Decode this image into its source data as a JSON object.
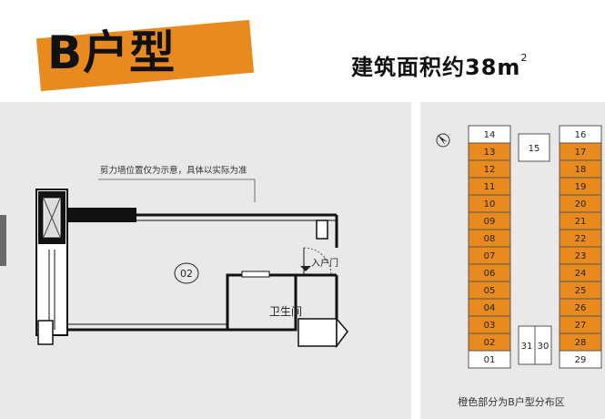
{
  "header": {
    "title": "B户型",
    "area_text": "建筑面积约38m",
    "area_sup": "2"
  },
  "floorplan": {
    "note": "剪力墙位置仅为示意，具体以实际为准",
    "unit_number": "02",
    "bathroom_label": "卫生间",
    "entrance_label": "入户门"
  },
  "unit_map": {
    "left_column": [
      "14",
      "13",
      "12",
      "11",
      "10",
      "09",
      "08",
      "07",
      "06",
      "05",
      "04",
      "03",
      "02",
      "01"
    ],
    "right_column": [
      "16",
      "17",
      "18",
      "19",
      "20",
      "21",
      "22",
      "23",
      "24",
      "25",
      "26",
      "27",
      "28",
      "29"
    ],
    "center_top": "15",
    "center_bottom": [
      "31",
      "30"
    ],
    "highlighted": [
      "13",
      "12",
      "11",
      "10",
      "09",
      "08",
      "07",
      "06",
      "05",
      "04",
      "03",
      "02",
      "17",
      "18",
      "19",
      "20",
      "21",
      "22",
      "23",
      "24",
      "25",
      "26",
      "27",
      "28"
    ],
    "caption": "橙色部分为B户型分布区",
    "highlight_color": "#e88a1e"
  }
}
